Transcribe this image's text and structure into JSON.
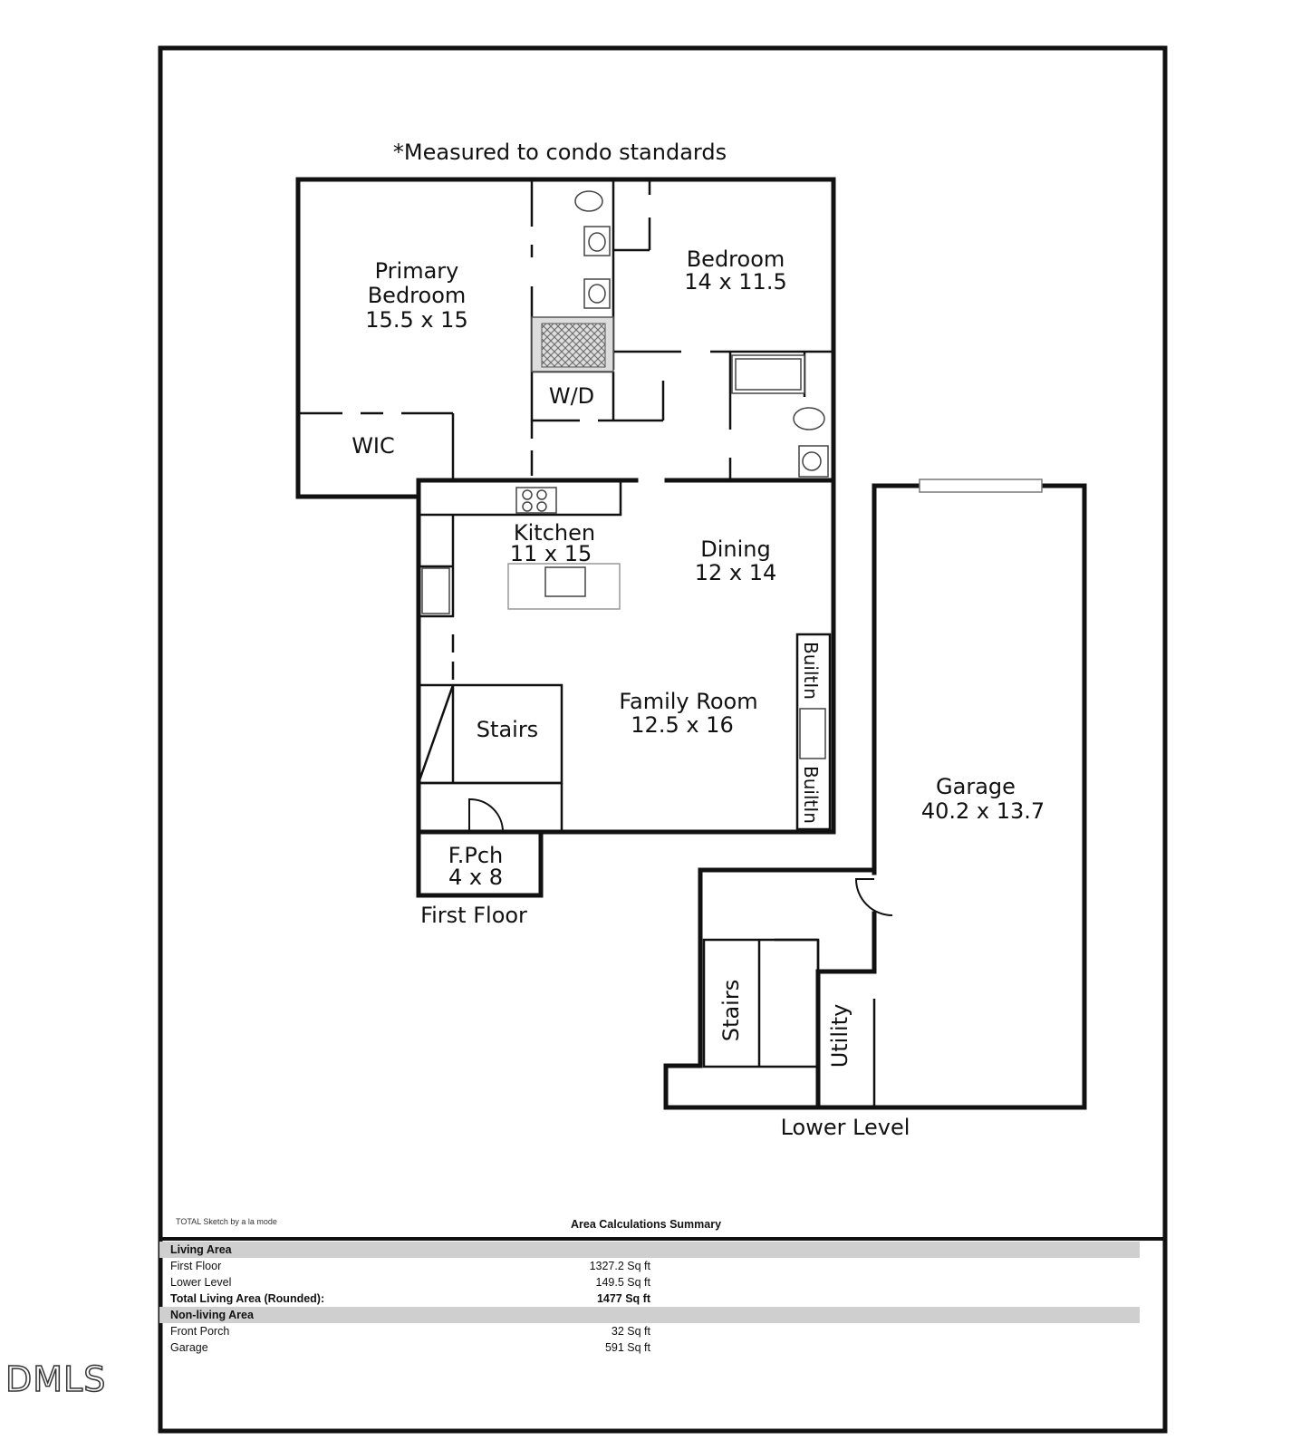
{
  "plan": {
    "note": "*Measured to condo standards",
    "first_floor_label": "First Floor",
    "lower_level_label": "Lower Level",
    "rooms": {
      "primary_bedroom": [
        "Primary",
        "Bedroom",
        "15.5 x 15"
      ],
      "bedroom": [
        "Bedroom",
        "14 x 11.5"
      ],
      "wd": "W/D",
      "wic": "WIC",
      "kitchen": [
        "Kitchen",
        "11 x 15"
      ],
      "dining": [
        "Dining",
        "12 x 14"
      ],
      "family_room": [
        "Family Room",
        "12.5 x 16"
      ],
      "stairs_first": "Stairs",
      "builtin_top": "BuiltIn",
      "builtin_bottom": "BuiltIn",
      "front_porch": [
        "F.Pch",
        "4 x 8"
      ],
      "garage": [
        "Garage",
        "40.2 x 13.7"
      ],
      "stairs_lower": "Stairs",
      "utility": "Utility"
    }
  },
  "summary": {
    "software": "TOTAL Sketch by a la mode",
    "title": "Area Calculations Summary",
    "living_header": "Living Area",
    "first_floor": {
      "label": "First Floor",
      "value": "1327.2 Sq ft"
    },
    "lower_level": {
      "label": "Lower Level",
      "value": "149.5 Sq ft"
    },
    "total": {
      "label": "Total Living Area (Rounded):",
      "value": "1477 Sq ft"
    },
    "nonliving_header": "Non-living Area",
    "front_porch": {
      "label": "Front Porch",
      "value": "32 Sq ft"
    },
    "garage": {
      "label": "Garage",
      "value": "591 Sq ft"
    }
  },
  "watermark": "DMLS"
}
